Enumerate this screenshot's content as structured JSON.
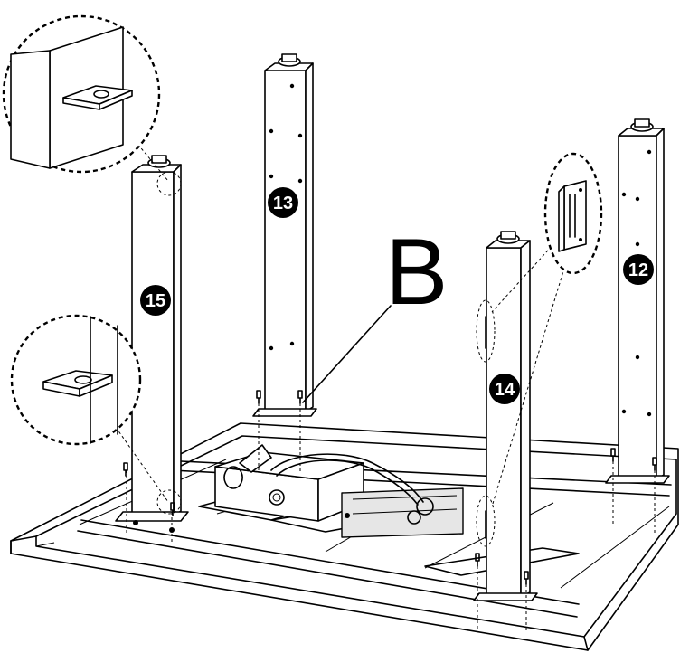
{
  "callout_letter": "B",
  "part_numbers": {
    "leg_left": "15",
    "leg_back_middle": "13",
    "leg_front_right": "14",
    "leg_back_right": "12"
  }
}
